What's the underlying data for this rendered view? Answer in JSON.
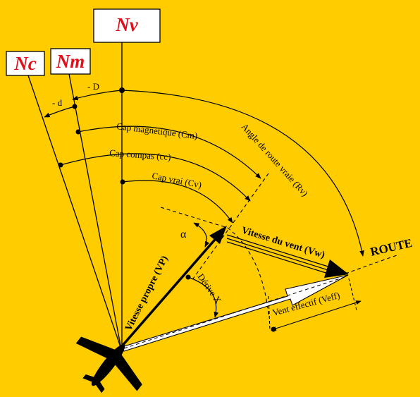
{
  "north_labels": {
    "true_north": "Nv",
    "magnetic_north": "Nm",
    "compass_north": "Nc"
  },
  "corrections": {
    "declination": "- D",
    "deviation": "- d"
  },
  "headings": {
    "magnetic": "Cap magnétique (Cm)",
    "compass": "Cap compas (cc)",
    "true": "Cap vrai (Cv)",
    "true_route_angle": "Angle de route vraie (Rv)"
  },
  "vectors": {
    "airspeed": "Vitesse propre (VP)",
    "wind": "Vitesse du vent (Vw)",
    "effective_wind": "Vent effectif (Veff)",
    "drift": "Dérive X",
    "alpha": "α"
  },
  "route": "ROUTE",
  "colors": {
    "background": "#FFCC00",
    "north_label": "#E0101A",
    "lines": "#000000",
    "route_vector": "#FFFFFF"
  }
}
